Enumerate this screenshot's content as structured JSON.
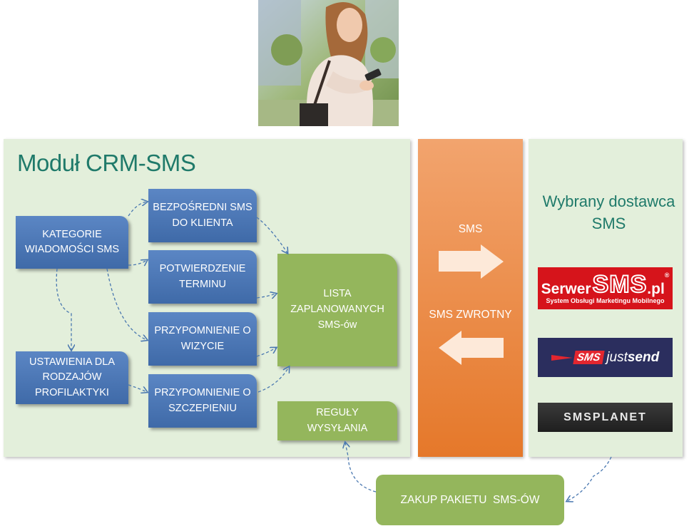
{
  "module": {
    "title": "Moduł CRM-SMS",
    "boxes": {
      "kategorie": "KATEGORIE WIADOMOŚCI SMS",
      "ustawienia": "USTAWIENIA DLA RODZAJÓW PROFILAKTYKI",
      "bezposredni": "BEZPOŚREDNI SMS DO KLIENTA",
      "potwierdzenie": "POTWIERDZENIE TERMINU",
      "przyp_wizyta": "PRZYPOMNIENIE O WIZYCIE",
      "przyp_szczep": "PRZYPOMNIENIE O SZCZEPIENIU",
      "lista": "LISTA ZAPLANOWANYCH SMS-ów",
      "reguly": "REGUŁY WYSYŁANIA"
    }
  },
  "exchange": {
    "sms_label": "SMS",
    "return_label": "SMS ZWROTNY"
  },
  "vendor": {
    "title": "Wybrany dostawca SMS",
    "logos": {
      "serwersms_main": "Serwer",
      "serwersms_big": "SMS",
      "serwersms_tld": ".pl",
      "serwersms_reg": "®",
      "serwersms_tag": "System Obsługi Marketingu Mobilnego",
      "justsend_sms": "SMS",
      "justsend_just": "just",
      "justsend_send": "send",
      "smsplanet": "SMSPLANET"
    }
  },
  "purchase": {
    "label": "ZAKUP PAKIETU  SMS-ÓW"
  },
  "colors": {
    "panel": "#e3efdb",
    "title": "#1f7a6a",
    "blue_box": "#4a76b6",
    "green_box": "#94b65c",
    "orange": "#ec8c46",
    "arrow": "#fde9d9"
  }
}
